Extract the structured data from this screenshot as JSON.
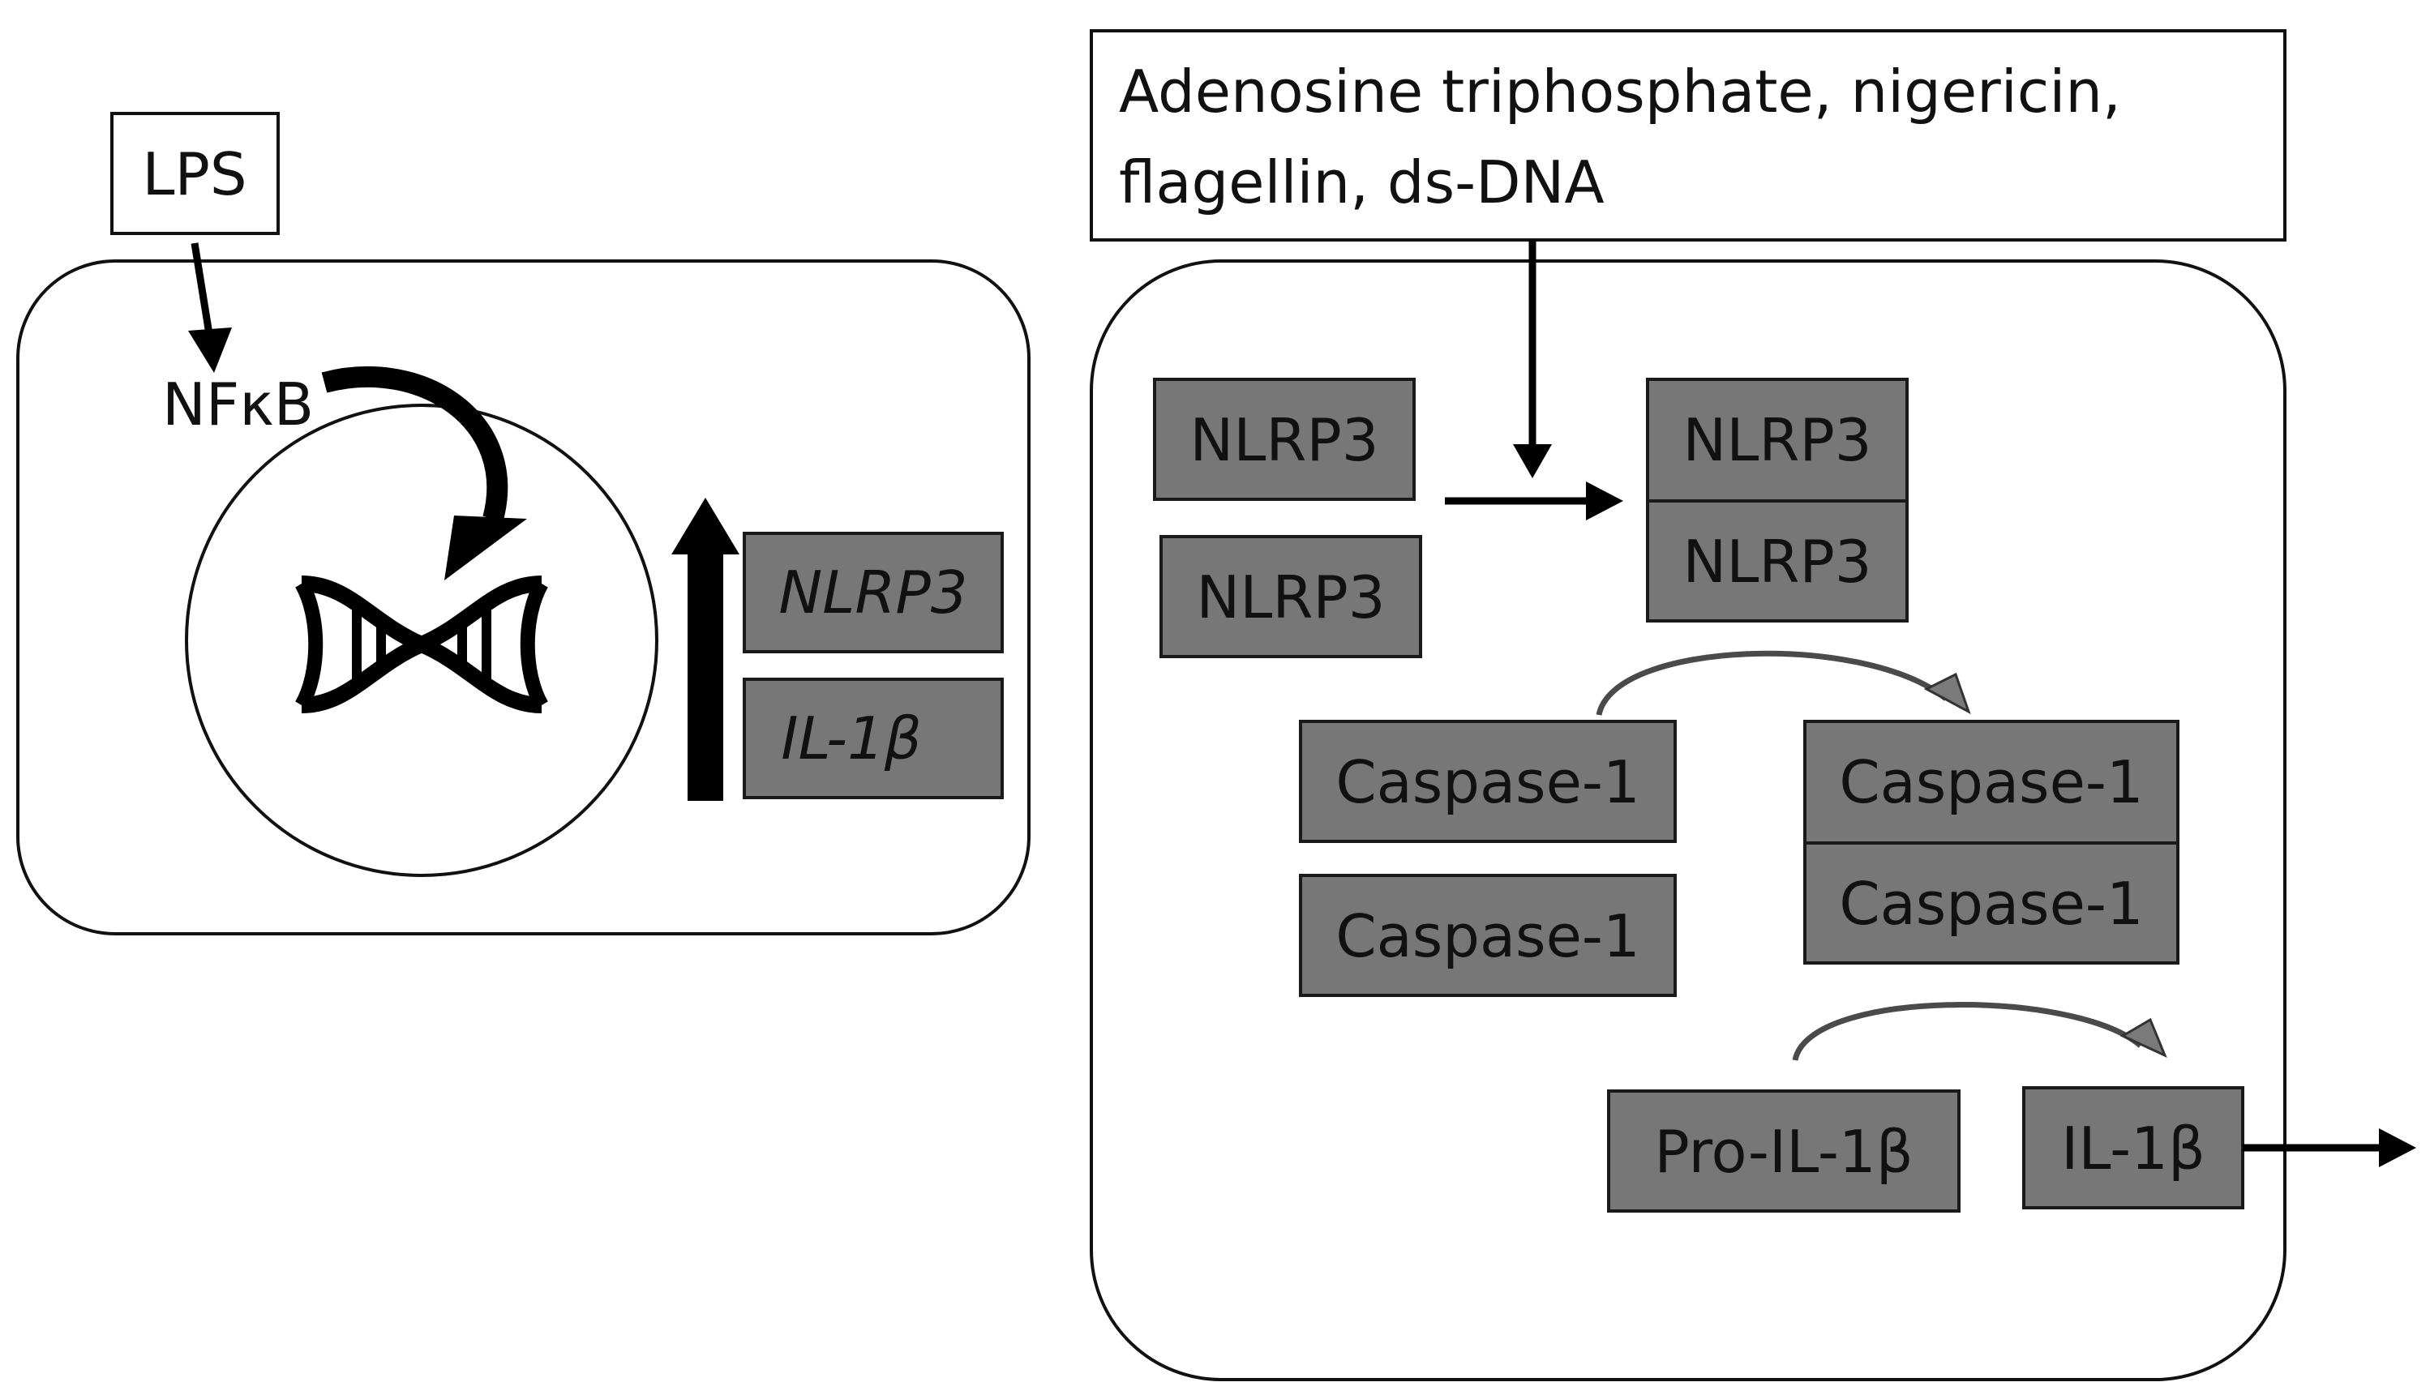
{
  "colors": {
    "box_fill": "#777777",
    "stroke": "#111111",
    "background": "#ffffff"
  },
  "left_cell": {
    "stimulus_label": "LPS",
    "transcription_factor": "NFκB",
    "upregulated_genes": [
      "NLRP3",
      "IL-1β"
    ],
    "icons": [
      "dna-icon",
      "up-arrow-icon"
    ]
  },
  "right_cell": {
    "stimulus_label_line1": "Adenosine triphosphate, nigericin,",
    "stimulus_label_line2": "flagellin, ds-DNA",
    "nlrp3_monomers": [
      "NLRP3",
      "NLRP3"
    ],
    "nlrp3_complex": [
      "NLRP3",
      "NLRP3"
    ],
    "caspase_monomers": [
      "Caspase-1",
      "Caspase-1"
    ],
    "caspase_complex": [
      "Caspase-1",
      "Caspase-1"
    ],
    "precursor": "Pro-IL-1β",
    "product": "IL-1β"
  }
}
